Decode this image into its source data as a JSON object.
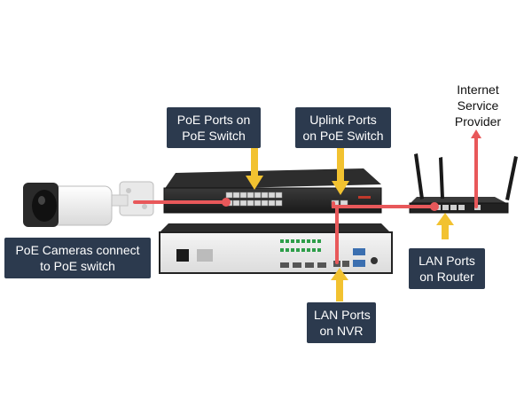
{
  "labels": {
    "poe_ports": {
      "line1": "PoE Ports on",
      "line2": "PoE Switch"
    },
    "uplink_ports": {
      "line1": "Uplink Ports",
      "line2": "on PoE Switch"
    },
    "internet": {
      "line1": "Internet",
      "line2": "Service",
      "line3": "Provider"
    },
    "cameras": {
      "line1": "PoE Cameras connect",
      "line2": "to PoE switch"
    },
    "router_lan": {
      "line1": "LAN Ports",
      "line2": "on Router"
    },
    "nvr_lan": {
      "line1": "LAN Ports",
      "line2": "on NVR"
    }
  },
  "colors": {
    "label_bg": "#2c3a4e",
    "cable": "#e8585a",
    "pointer_arrow": "#f2c230",
    "device_body": "#1c1c1c"
  },
  "icons": [
    "camera-icon",
    "poe-switch-icon",
    "nvr-icon",
    "router-icon"
  ]
}
